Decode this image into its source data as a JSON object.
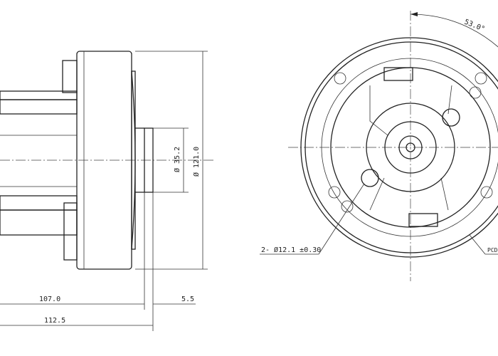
{
  "drawing": {
    "side_view": {
      "dim_bore_diameter": "Ø 35.2",
      "dim_outer_diameter": "Ø 121.0",
      "dim_length_body": "107.0",
      "dim_shaft_offset": "5.5",
      "dim_total_length": "112.5"
    },
    "front_view": {
      "dim_angle": "53.0°",
      "hole_callout": "2- Ø12.1 ±0.30",
      "pcd_label": "PCD"
    }
  }
}
